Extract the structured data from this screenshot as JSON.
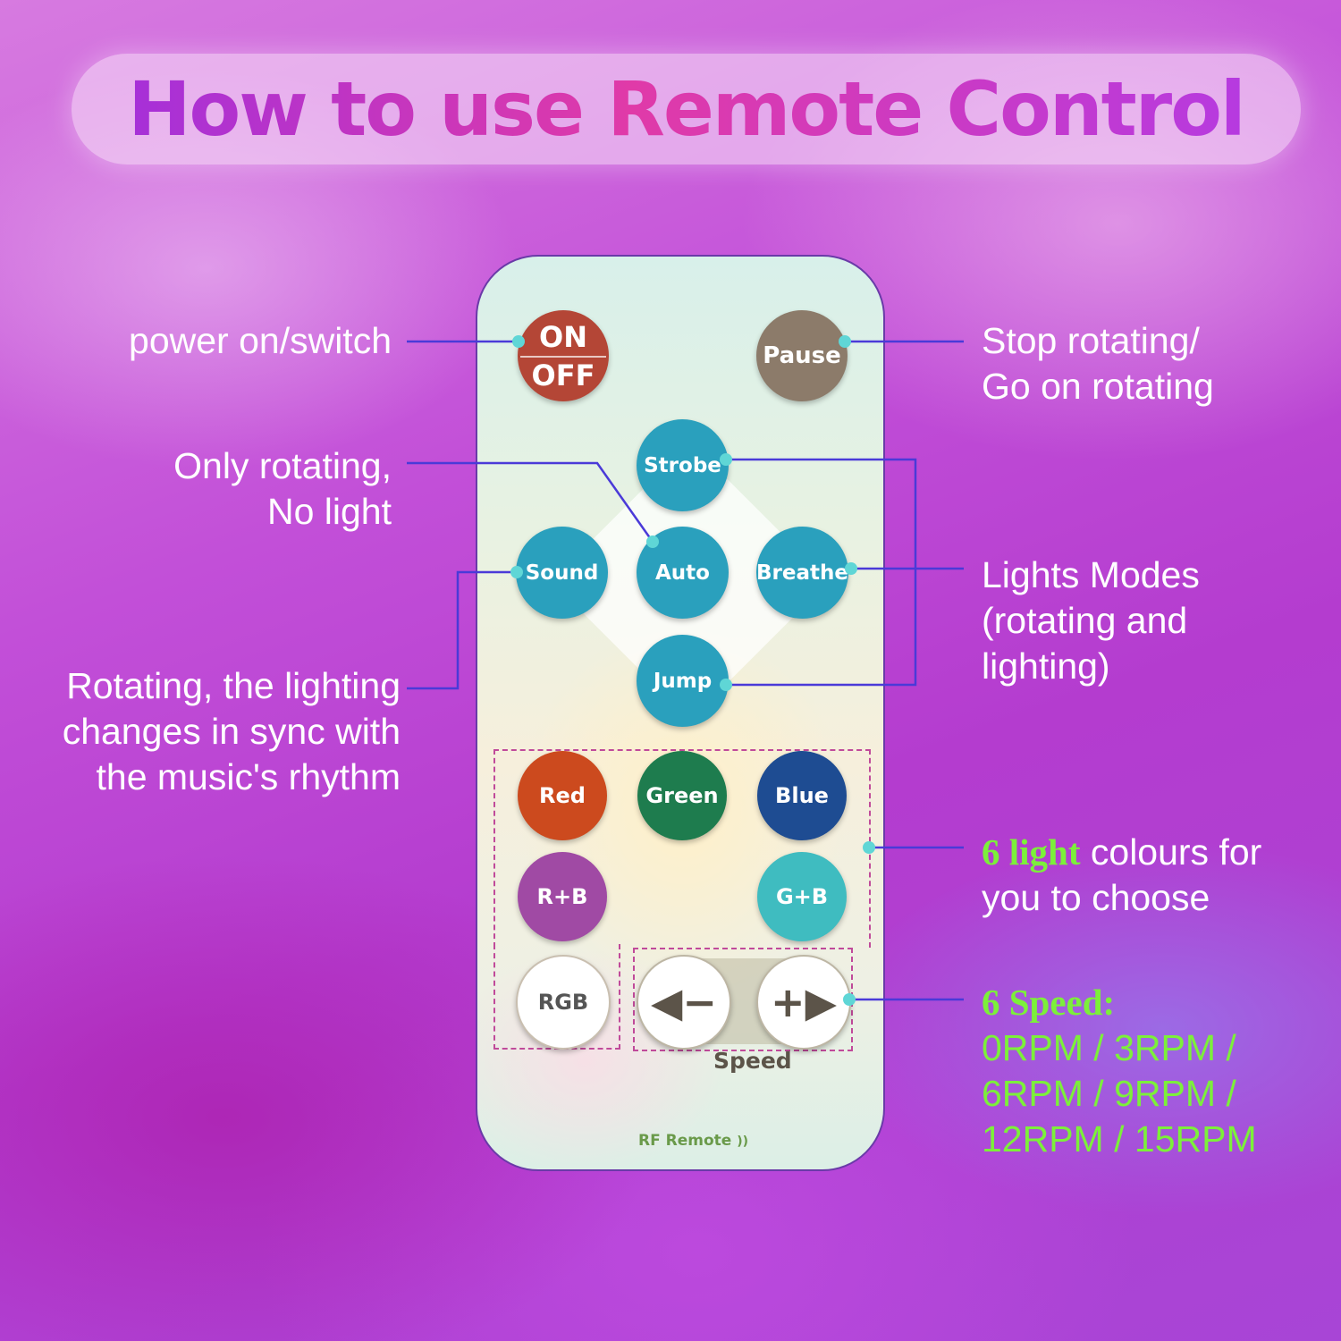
{
  "title": "How to use Remote Control",
  "remote": {
    "power_on": "ON",
    "power_off": "OFF",
    "pause": "Pause",
    "modes": {
      "strobe": "Strobe",
      "sound": "Sound",
      "auto": "Auto",
      "breathe": "Breathe",
      "jump": "Jump"
    },
    "colors": {
      "red": "Red",
      "green": "Green",
      "blue": "Blue",
      "rb": "R+B",
      "gb": "G+B",
      "rgb": "RGB"
    },
    "speed_minus": "◀−",
    "speed_plus": "+▶",
    "speed_label": "Speed",
    "brand": "RF Remote",
    "brand_icon": "))",
    "button_colors": {
      "on_off": "#b44636",
      "pause": "#8c7b6a",
      "mode": "#2aa0bd",
      "red": "#cc4a1e",
      "green": "#1e7c4e",
      "blue": "#1e4c92",
      "rb": "#a04aa4",
      "gb": "#3fbcc0"
    }
  },
  "annotations": {
    "power": "power on/switch",
    "pause_line1": "Stop rotating/",
    "pause_line2": "Go on rotating",
    "auto_line1": "Only rotating,",
    "auto_line2": "No light",
    "sound_line1": "Rotating, the lighting",
    "sound_line2": "changes in sync with",
    "sound_line3": "the music's rhythm",
    "modes_line1": "Lights Modes",
    "modes_line2": "(rotating and",
    "modes_line3": "lighting)",
    "colors_highlight": "6 light",
    "colors_rest": " colours for",
    "colors_line2": "you to choose",
    "speed_title": "6 Speed:",
    "speed_line1": "0RPM / 3RPM /",
    "speed_line2": "6RPM / 9RPM /",
    "speed_line3": "12RPM / 15RPM"
  },
  "accent_colors": {
    "connector_line": "#4a3ad8",
    "dot": "#5fd6d6",
    "highlight_text": "#7cf03a",
    "dashed_box": "#c04a9a"
  }
}
